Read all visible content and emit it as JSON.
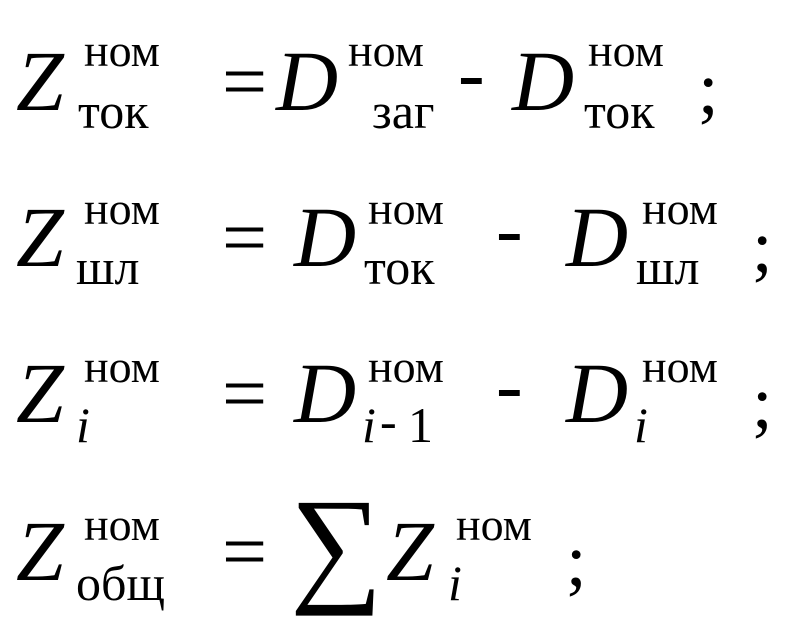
{
  "formulas": {
    "f1": {
      "lhs": "Z",
      "lhs_sup": "ном",
      "lhs_sub": "ток",
      "eq": "=",
      "a": "D",
      "a_sup": "ном",
      "a_sub": "заг",
      "minus": "-",
      "b": "D",
      "b_sup": "ном",
      "b_sub": "ток",
      "semi": ";"
    },
    "f2": {
      "lhs": "Z",
      "lhs_sup": "ном",
      "lhs_sub": "шл",
      "eq": "=",
      "a": "D",
      "a_sup": "ном",
      "a_sub": "ток",
      "minus": "-",
      "b": "D",
      "b_sup": "ном",
      "b_sub": "шл",
      "semi": ";"
    },
    "f3": {
      "lhs": "Z",
      "lhs_sup": "ном",
      "lhs_sub": "i",
      "eq": "=",
      "a": "D",
      "a_sup": "ном",
      "a_sub_i": "i",
      "a_sub_minus": "-",
      "a_sub_one": "1",
      "minus": "-",
      "b": "D",
      "b_sup": "ном",
      "b_sub": "i",
      "semi": ";"
    },
    "f4": {
      "lhs": "Z",
      "lhs_sup": "ном",
      "lhs_sub": "общ",
      "eq": "=",
      "sum": "∑",
      "term": "Z",
      "term_sup": "ном",
      "term_sub": "i",
      "semi": ";"
    }
  }
}
